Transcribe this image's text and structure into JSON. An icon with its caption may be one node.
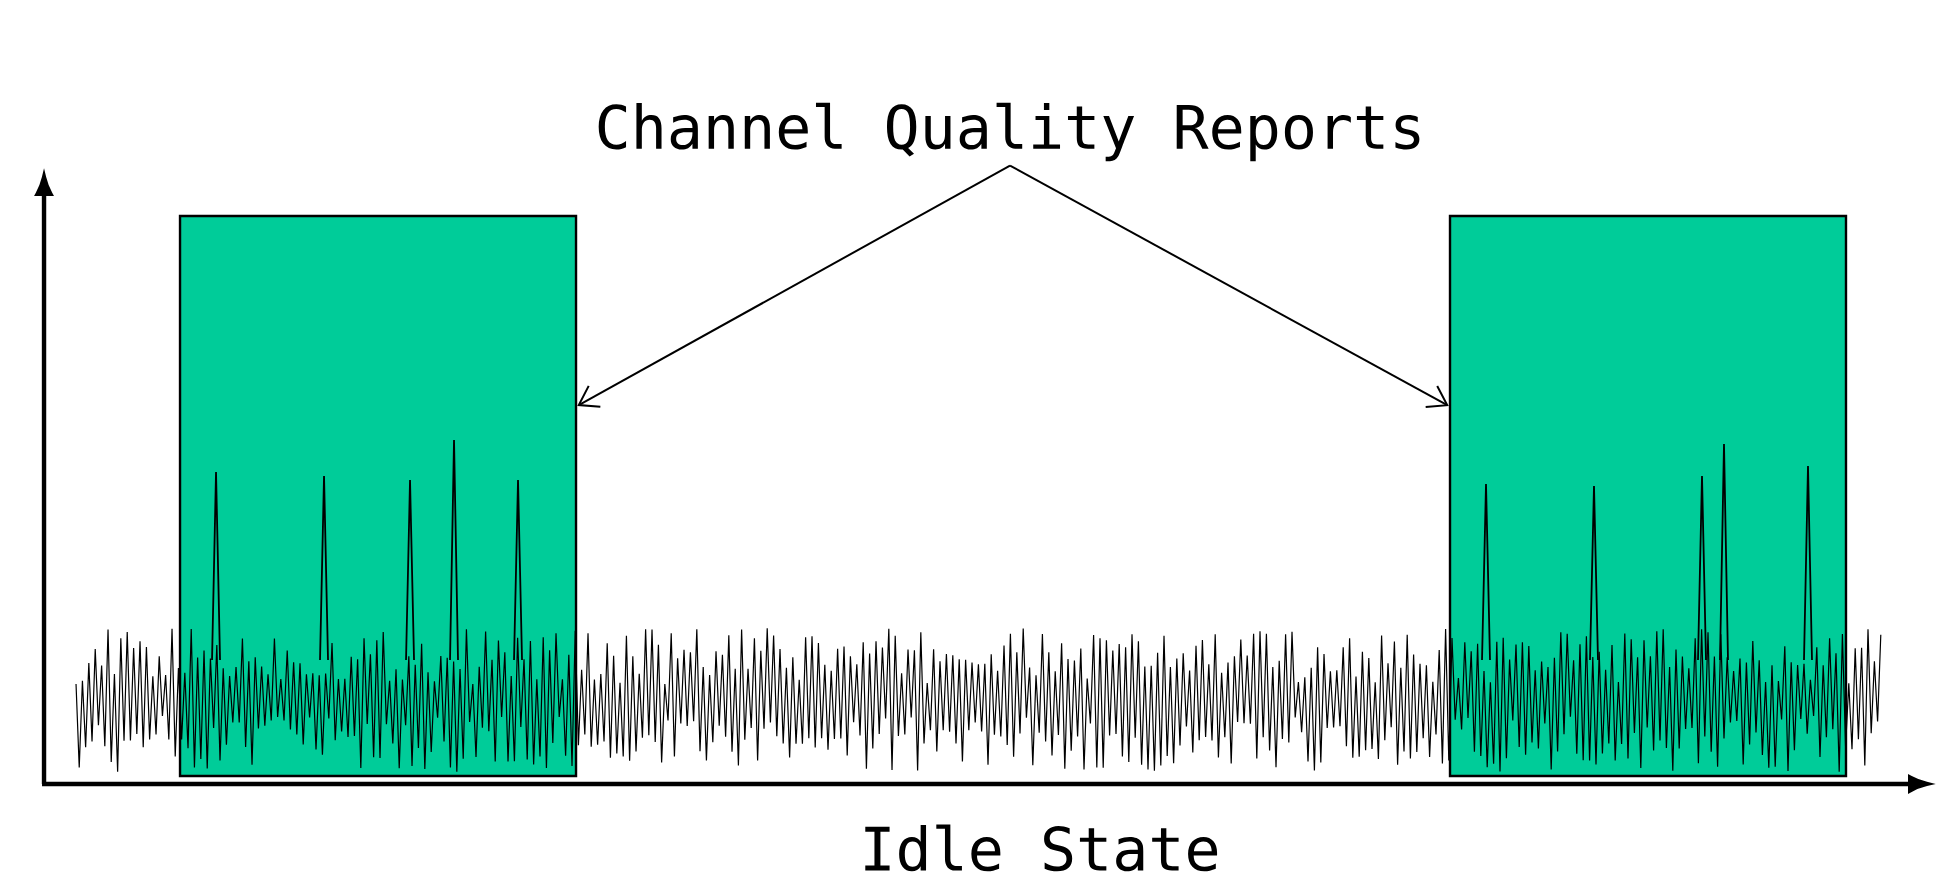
{
  "diagram": {
    "nodes": [
      {
        "text": [
          "Channel Quality Reports"
        ]
      },
      {
        "text": [],
        "shape": "box"
      },
      {
        "text": [],
        "shape": "box"
      }
    ],
    "edges": [
      {
        "from": 0,
        "to": 1,
        "arrow": "to"
      },
      {
        "from": 0,
        "to": 2,
        "arrow": "to"
      }
    ],
    "labels": [
      "Idle State"
    ]
  }
}
